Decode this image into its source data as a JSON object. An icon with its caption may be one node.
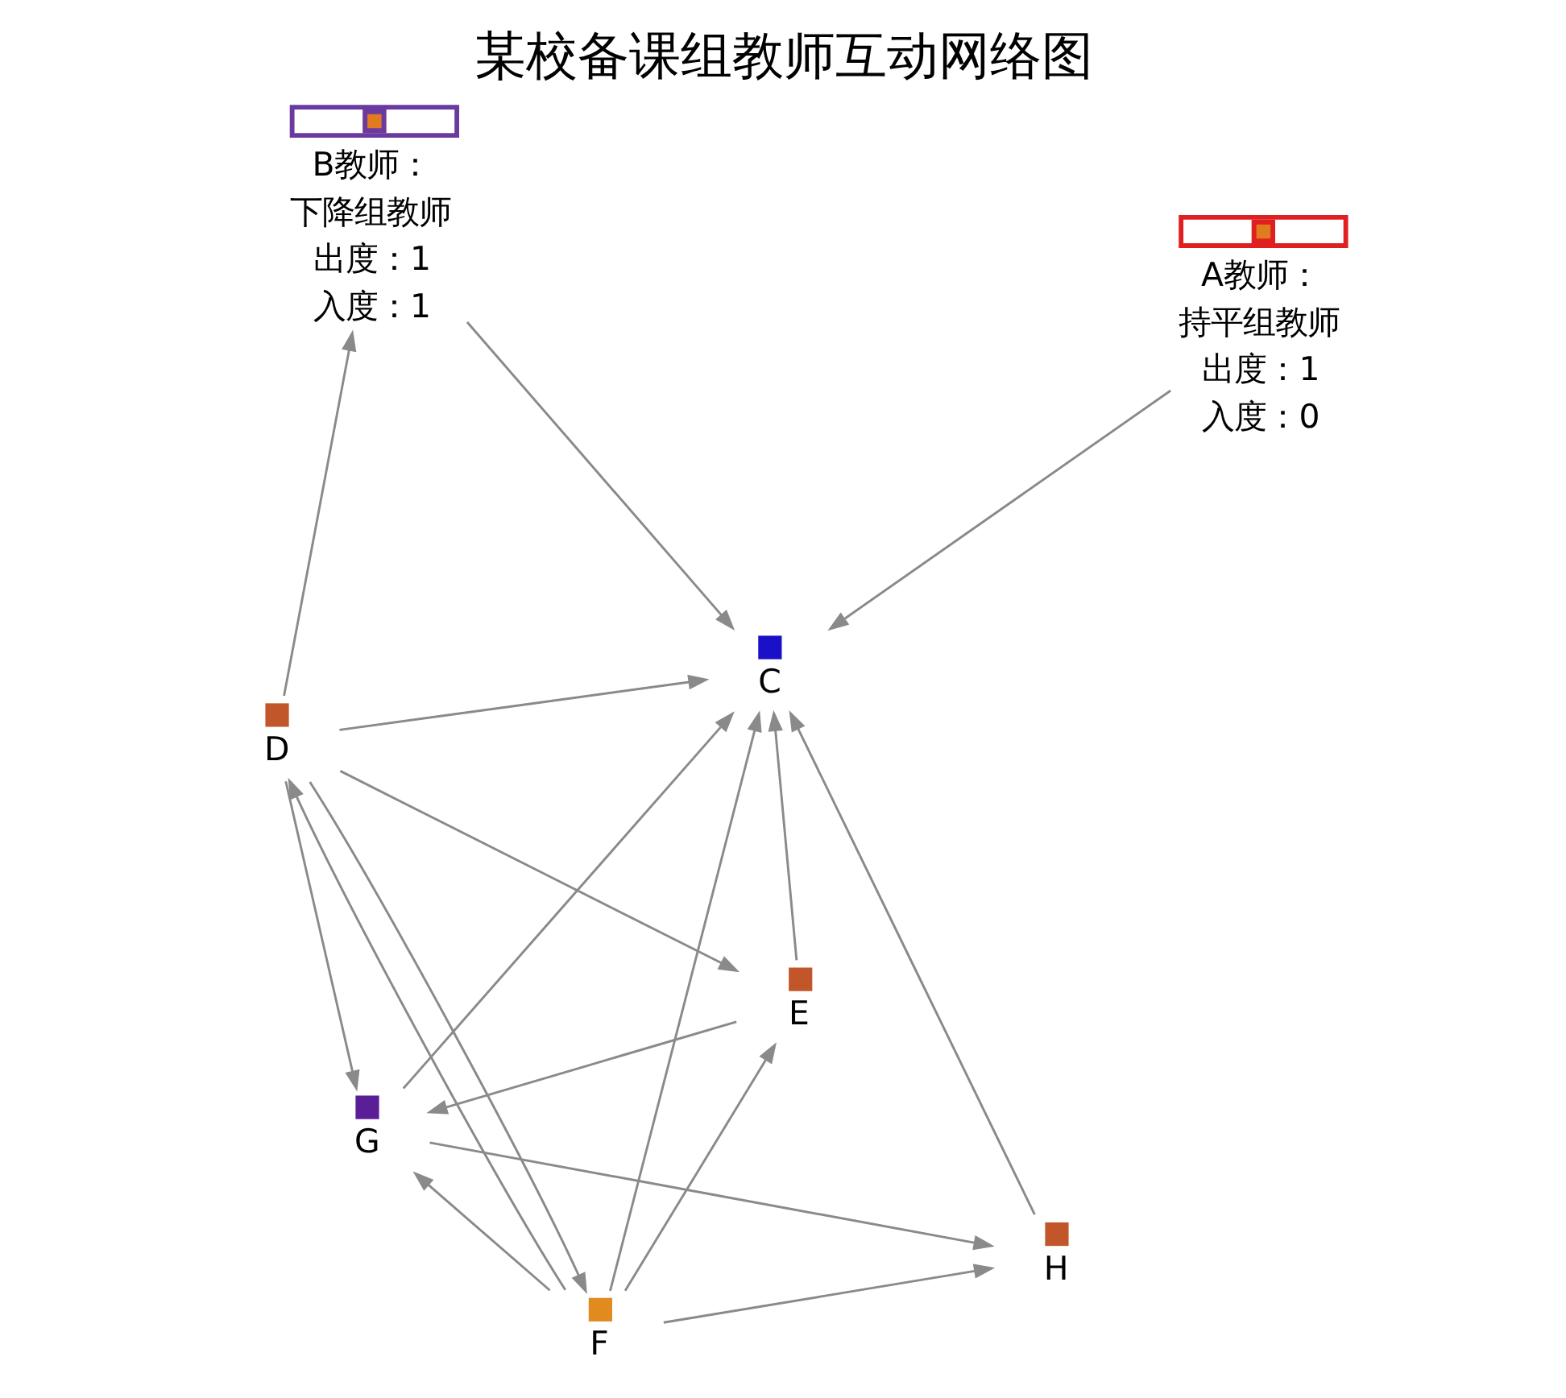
{
  "diagram": {
    "title": "某校备课组教师互动网络图",
    "nodes": [
      {
        "text": [],
        "shape": "box",
        "beside": [
          "B教师：",
          "下降组教师",
          "出度：1",
          "入度：1"
        ]
      },
      {
        "text": [
          "D"
        ]
      },
      {
        "text": [
          "E"
        ]
      },
      {
        "text": [
          "C"
        ]
      },
      {
        "text": [],
        "shape": "box",
        "beside": [
          "A教师：",
          "持平组教师",
          "出度：1",
          "入度：0"
        ]
      },
      {
        "text": [
          "G"
        ]
      },
      {
        "text": [
          "F"
        ]
      },
      {
        "text": [
          "H"
        ]
      }
    ],
    "edges": [
      {
        "from": 4,
        "to": 3,
        "arrow": "to"
      },
      {
        "from": 1,
        "to": 0,
        "arrow": "to"
      },
      {
        "from": 0,
        "to": 3,
        "arrow": "to"
      },
      {
        "from": 1,
        "to": 3,
        "arrow": "to"
      },
      {
        "from": 2,
        "to": 3,
        "arrow": "to"
      },
      {
        "from": 1,
        "to": 2,
        "arrow": "to"
      },
      {
        "from": 6,
        "to": 1,
        "arrow": "to"
      },
      {
        "from": 1,
        "to": 6,
        "arrow": "to"
      },
      {
        "from": 1,
        "to": 5,
        "arrow": "to"
      },
      {
        "from": 2,
        "to": 5,
        "arrow": "to"
      },
      {
        "from": 6,
        "to": 2,
        "arrow": "to"
      },
      {
        "from": 6,
        "to": 5,
        "arrow": "to"
      },
      {
        "from": 6,
        "to": 3,
        "arrow": "to"
      },
      {
        "from": 5,
        "to": 3,
        "arrow": "to"
      },
      {
        "from": 7,
        "to": 3,
        "arrow": "to"
      },
      {
        "from": 5,
        "to": 7,
        "arrow": "to"
      },
      {
        "from": 6,
        "to": 7,
        "arrow": "to"
      }
    ]
  }
}
